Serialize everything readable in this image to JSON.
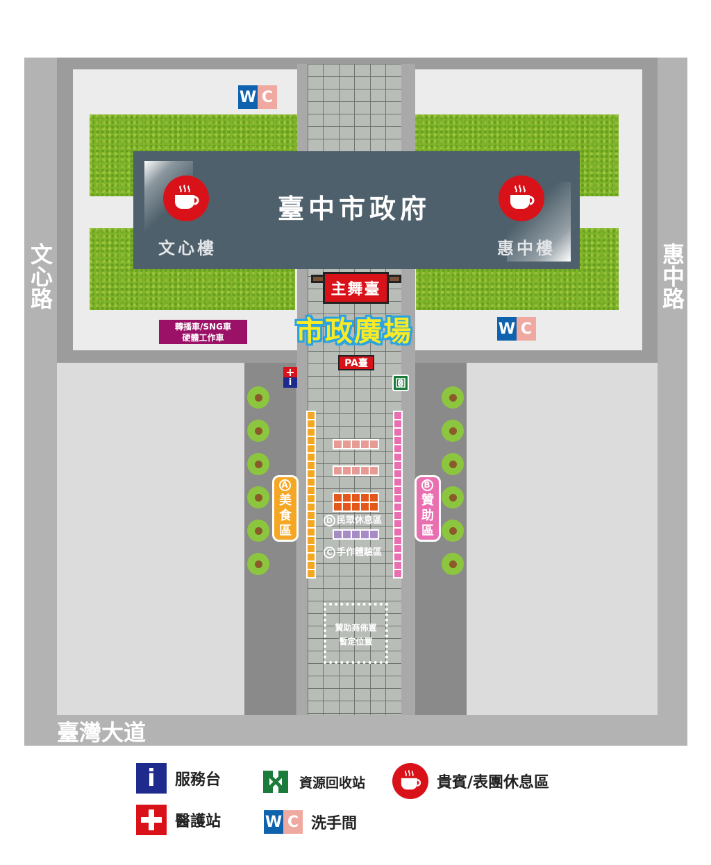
{
  "map": {
    "city_hall": {
      "title": "臺中市政府",
      "left_building": "文心樓",
      "right_building": "惠中樓"
    },
    "roads": {
      "left": "文心路",
      "right": "惠中路",
      "bottom": "臺灣大道"
    },
    "plaza_name": "市政廣場",
    "main_stage": "主舞臺",
    "pa_stage": "PA臺",
    "broadcast_vehicle": {
      "line1": "轉播車/SNG車",
      "line2": "硬體工作車"
    },
    "wc": {
      "w": "W",
      "c": "C"
    },
    "info_booth": {
      "plus": "+",
      "i": "i"
    },
    "zones": {
      "a": {
        "letter": "A",
        "chars": [
          "美",
          "食",
          "區"
        ],
        "color": "#f5a623"
      },
      "b": {
        "letter": "B",
        "chars": [
          "贊",
          "助",
          "區"
        ],
        "color": "#e96fb0"
      },
      "c": {
        "letter": "C",
        "label": "手作體驗區",
        "color": "#a78bc4"
      },
      "d": {
        "letter": "D",
        "label": "民眾休息區",
        "color": "#e4571b"
      }
    },
    "sponsor_area": {
      "line1": "贊助商佈置",
      "line2": "暫定位置"
    },
    "colors": {
      "food_stall": "#f5a623",
      "sponsor_stall": "#e96fb0",
      "pink_stall": "#e79b95",
      "rest_stall": "#e4571b",
      "craft_stall": "#a78bc4",
      "stage_red": "#d9121a",
      "plaza_yellow": "#f9ea24",
      "plaza_blue": "#2aa4e0"
    }
  },
  "legend": {
    "service_desk": {
      "icon": "info-icon",
      "label": "服務台"
    },
    "medical": {
      "icon": "first-aid-icon",
      "label": "醫護站"
    },
    "recycle": {
      "icon": "recycle-icon",
      "label": "資源回收站"
    },
    "restroom": {
      "icon": "wc-icon",
      "label": "洗手間"
    },
    "vip_lounge": {
      "icon": "coffee-cup-icon",
      "label": "貴賓/表團休息區"
    }
  }
}
